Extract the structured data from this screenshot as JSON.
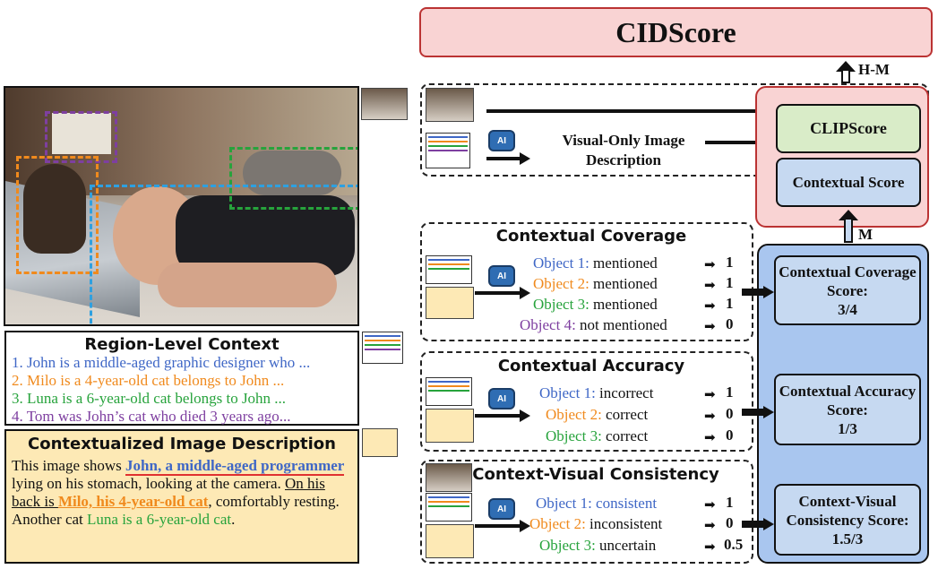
{
  "photo": {
    "regions": [
      "person-region",
      "cat-milo-region",
      "cat-luna-region",
      "photo-tom-region"
    ]
  },
  "region_context": {
    "title": "Region-Level Context",
    "items": [
      {
        "text": "1. John is a middle-aged graphic designer who ...",
        "color": "#3f67c6"
      },
      {
        "text": "2. Milo is a 4-year-old cat  belongs to John ...",
        "color": "#f08a1d"
      },
      {
        "text": "3. Luna is a 6-year-old cat belongs to John ...",
        "color": "#27a33c"
      },
      {
        "text": "4. Tom was John’s cat who died 3 years ago...",
        "color": "#7e3fa0"
      }
    ]
  },
  "contextualized": {
    "title": "Contextualized Image Description",
    "p1": "This image shows ",
    "john": "John, a middle-aged programmer",
    "p2": " lying on his stomach, looking at the camera. ",
    "p3": "On his back is ",
    "milo": "Milo, his 4-year-old cat",
    "p4": ", comfortably resting. Another cat ",
    "luna": "Luna is a 6-year-old cat",
    "p5": "."
  },
  "cidscore": {
    "title": "CIDScore",
    "hm_label": "H-M",
    "m_label": "M"
  },
  "top_panel": {
    "visual_only": "Visual-Only Image Description",
    "ai": "AI",
    "clipscore": "CLIPScore",
    "contextual_score": "Contextual Score"
  },
  "coverage": {
    "title": "Contextual Coverage",
    "rows": [
      {
        "obj": "Object 1:",
        "status": "mentioned",
        "value": "1",
        "color": "#3f67c6"
      },
      {
        "obj": "Object 2:",
        "status": "mentioned",
        "value": "1",
        "color": "#f08a1d"
      },
      {
        "obj": "Object 3:",
        "status": "mentioned",
        "value": "1",
        "color": "#27a33c"
      },
      {
        "obj": "Object 4:",
        "status": "not mentioned",
        "value": "0",
        "color": "#7e3fa0"
      }
    ],
    "score_label": "Contextual Coverage Score:",
    "score_value": "3/4"
  },
  "accuracy": {
    "title": "Contextual Accuracy",
    "rows": [
      {
        "obj": "Object 1:",
        "status": "incorrect",
        "value": "1",
        "color": "#3f67c6"
      },
      {
        "obj": "Object 2:",
        "status": "correct",
        "value": "0",
        "color": "#f08a1d"
      },
      {
        "obj": "Object 3:",
        "status": "correct",
        "value": "0",
        "color": "#27a33c"
      }
    ],
    "score_label": "Contextual Accuracy Score:",
    "score_value": "1/3"
  },
  "consistency": {
    "title": "Context-Visual Consistency",
    "rows": [
      {
        "obj": "Object 1:",
        "status": "consistent",
        "value": "1",
        "color": "#3f67c6"
      },
      {
        "obj": "Object 2:",
        "status": "inconsistent",
        "value": "0",
        "color": "#f08a1d"
      },
      {
        "obj": "Object 3:",
        "status": "uncertain",
        "value": "0.5",
        "color": "#27a33c"
      }
    ],
    "score_label": "Context-Visual Consistency Score:",
    "score_value": "1.5/3"
  },
  "colors": {
    "blue": "#3f67c6",
    "orange": "#f08a1d",
    "green": "#27a33c",
    "purple": "#7e3fa0",
    "pink": "#f9d3d3",
    "pink_border": "#b33",
    "clip_green": "#d9ecc8",
    "score_blue": "#c6d9f1",
    "big_blue": "#a9c6ef",
    "yellow": "#fde9b5"
  },
  "icons": [
    "robot-icon",
    "right-arrow-icon",
    "up-arrow-icon",
    "photo-thumbnail-icon",
    "document-thumbnail-icon"
  ]
}
